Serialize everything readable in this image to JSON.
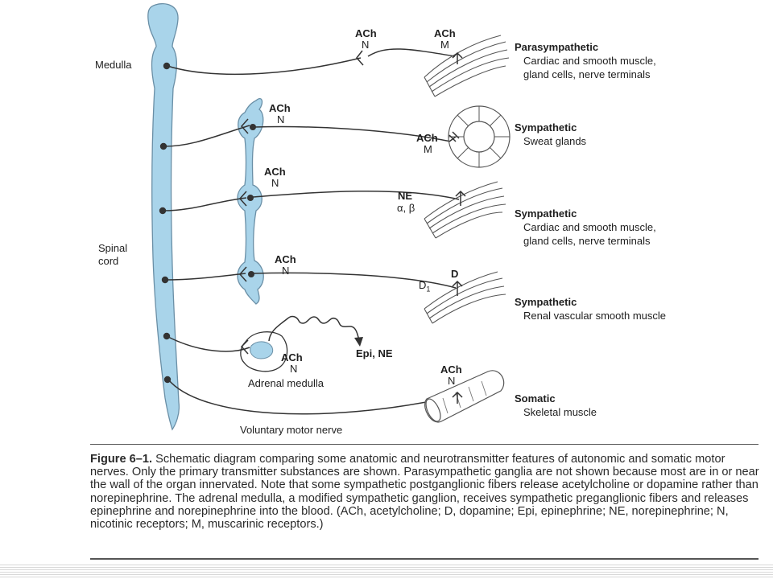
{
  "labels": {
    "medulla": "Medulla",
    "spinal_cord_line1": "Spinal",
    "spinal_cord_line2": "cord",
    "adrenal_medulla": "Adrenal medulla",
    "voluntary_motor_nerve": "Voluntary motor nerve"
  },
  "transmitters": {
    "ach": "ACh",
    "n": "N",
    "m": "M",
    "ne": "NE",
    "alpha_beta": "α, β",
    "d": "D",
    "d1": "D",
    "d1_sub": "1",
    "epi_ne": "Epi, NE"
  },
  "targets": [
    {
      "title": "Parasympathetic",
      "line1": "Cardiac and smooth muscle,",
      "line2": "gland cells, nerve terminals"
    },
    {
      "title": "Sympathetic",
      "line1": "Sweat glands",
      "line2": ""
    },
    {
      "title": "Sympathetic",
      "line1": "Cardiac and smooth muscle,",
      "line2": "gland cells, nerve terminals"
    },
    {
      "title": "Sympathetic",
      "line1": "Renal vascular smooth muscle",
      "line2": ""
    },
    {
      "title": "Somatic",
      "line1": "Skeletal muscle",
      "line2": ""
    }
  ],
  "caption": {
    "figure_label": "Figure 6–1.",
    "text": "Schematic diagram comparing some anatomic and neurotransmitter features of autonomic and somatic motor nerves. Only the primary transmitter substances are shown. Parasympathetic ganglia are not shown because most are in or near the wall of the organ innervated. Note that some sympathetic postganglionic fibers release acetylcholine or dopamine rather than norepinephrine. The adrenal medulla, a modified sympathetic ganglion, receives sympathetic preganglionic fibers and releases epinephrine and norepinephrine into the blood. (ACh, acetylcholine; D, dopamine; Epi, epinephrine; NE, norepinephrine; N, nicotinic receptors; M, muscarinic receptors.)"
  },
  "colors": {
    "cord_fill": "#a9d4ea",
    "cord_stroke": "#6a8fa6",
    "nerve": "#333333",
    "muscle": "#555555"
  }
}
